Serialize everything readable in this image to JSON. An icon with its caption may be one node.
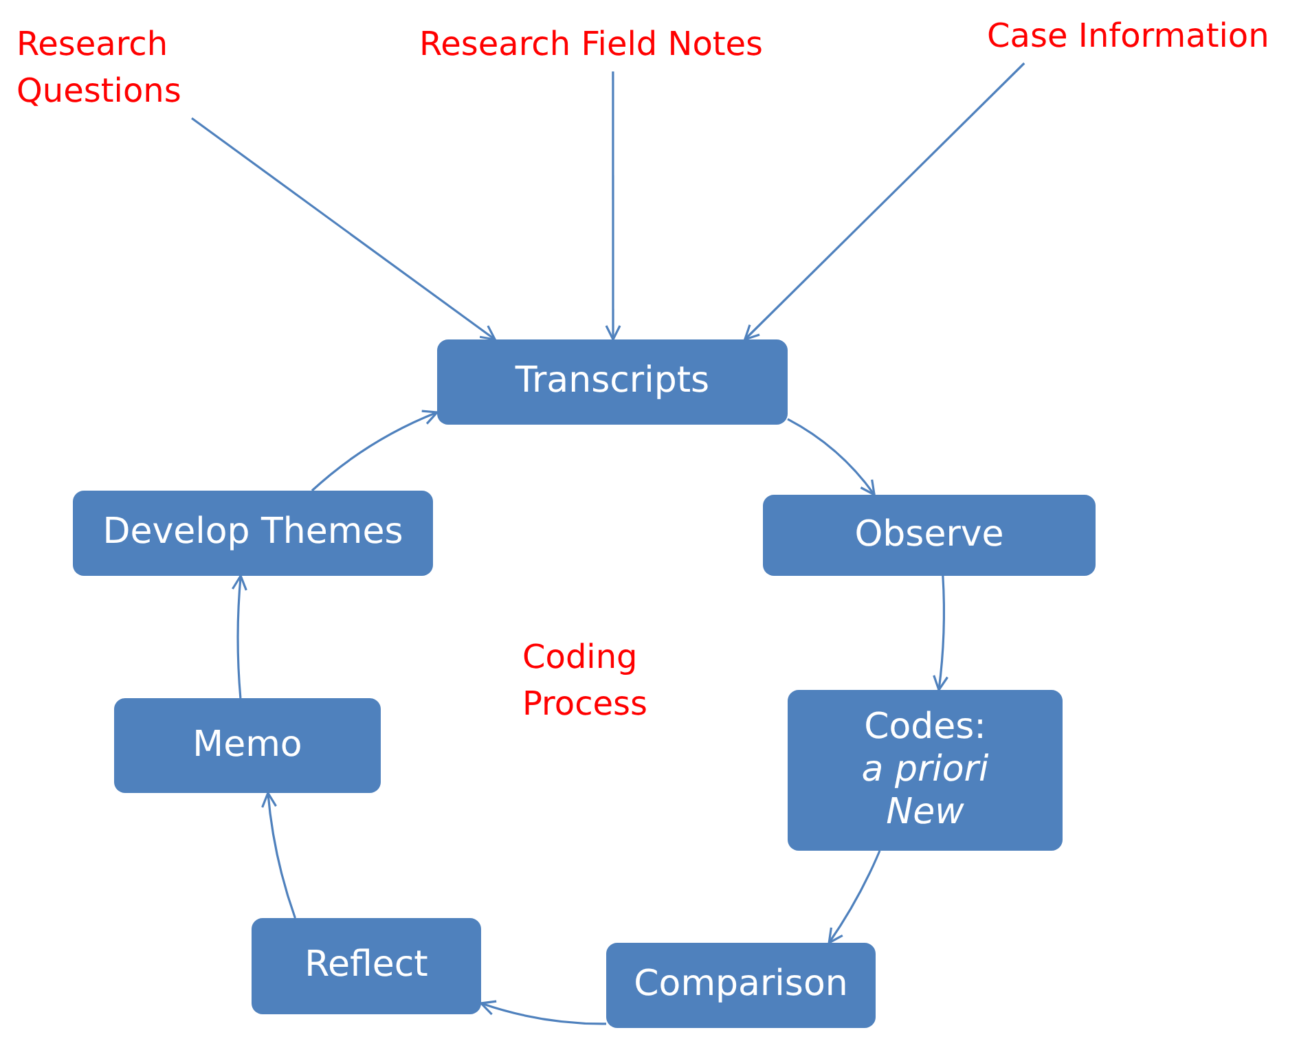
{
  "diagram": {
    "nodes": [
      {
        "text": [
          "Research Questions"
        ]
      },
      {
        "text": [
          "Research Field Notes"
        ]
      },
      {
        "text": [
          "Case Information"
        ]
      },
      {
        "text": [
          "Transcripts"
        ]
      },
      {
        "text": [
          "Observe"
        ]
      },
      {
        "text": [
          "Codes:",
          "a priori",
          "New"
        ]
      },
      {
        "text": [
          "Comparison"
        ]
      },
      {
        "text": [
          "Reflect"
        ]
      },
      {
        "text": [
          "Memo"
        ]
      },
      {
        "text": [
          "Develop Themes"
        ]
      }
    ],
    "edges": [
      {
        "from": 0,
        "to": 3,
        "arrow": "to"
      },
      {
        "from": 1,
        "to": 3,
        "arrow": "to"
      },
      {
        "from": 2,
        "to": 3,
        "arrow": "to"
      },
      {
        "from": 3,
        "to": 4,
        "arrow": "to"
      },
      {
        "from": 4,
        "to": 5,
        "arrow": "to"
      },
      {
        "from": 5,
        "to": 6,
        "arrow": "to"
      },
      {
        "from": 6,
        "to": 7,
        "arrow": "to"
      },
      {
        "from": 7,
        "to": 8,
        "arrow": "to"
      },
      {
        "from": 8,
        "to": 9,
        "arrow": "to"
      },
      {
        "from": 9,
        "to": 3,
        "arrow": "to"
      }
    ],
    "labels": [
      "Coding Process"
    ]
  }
}
